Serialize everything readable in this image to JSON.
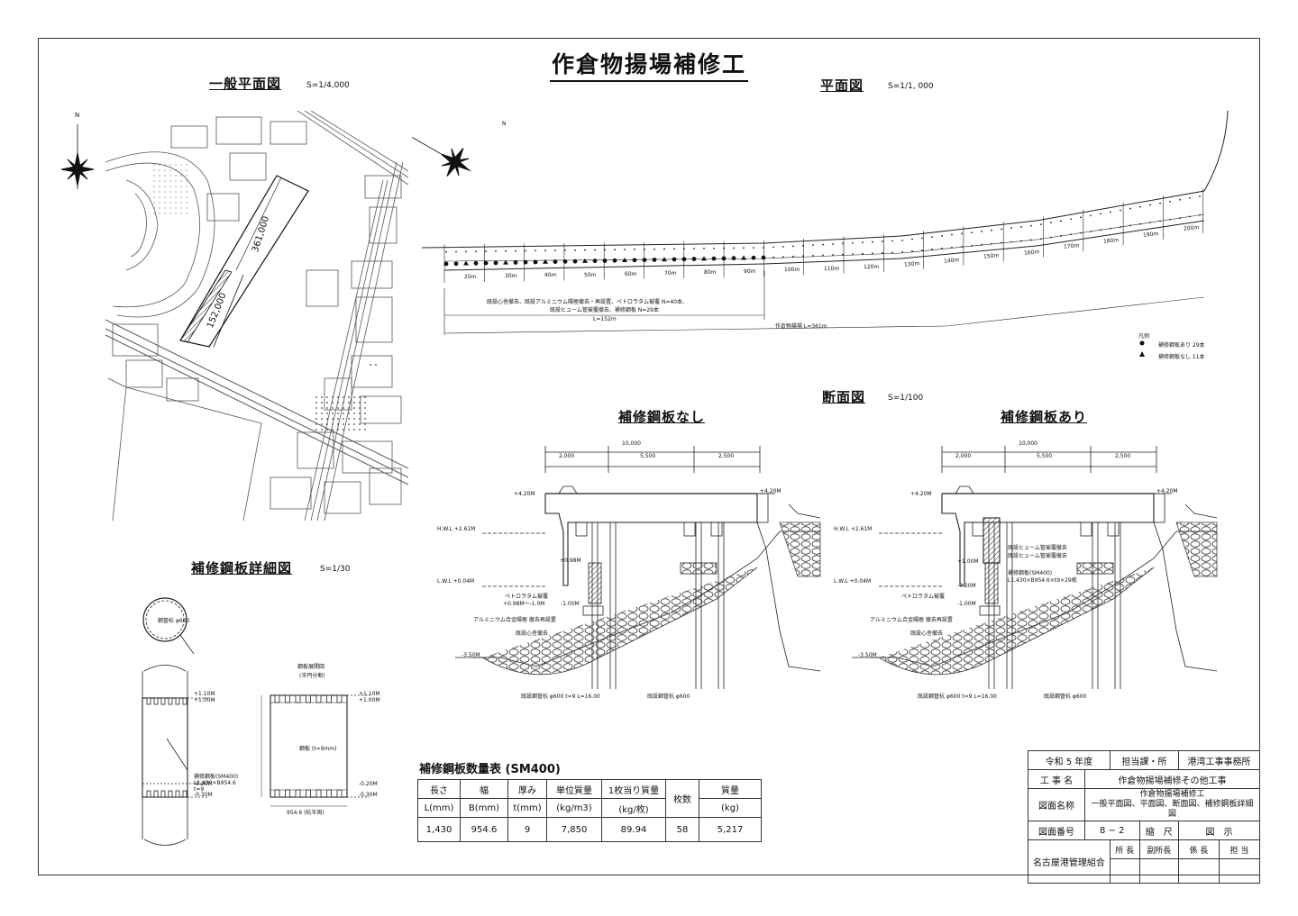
{
  "title": "作倉物揚場補修工",
  "general_plan": {
    "label": "一般平面図",
    "scale": "S=1/4,000",
    "dim_long": "361,000",
    "dim_short": "152,000",
    "north": "N"
  },
  "plan": {
    "label": "平面図",
    "scale": "S=1/1, 000",
    "north": "N",
    "stations": [
      "20m",
      "30m",
      "40m",
      "50m",
      "60m",
      "70m",
      "80m",
      "90m",
      "100m",
      "110m",
      "120m",
      "130m",
      "140m",
      "150m",
      "160m",
      "170m",
      "180m",
      "190m",
      "200m"
    ],
    "note1": "既設心舎撤去、既設アルミニウム陽極撤去・再設置、ペトロラタム被覆 N=40本、",
    "note2": "既設ヒューム管被覆撤去、補修鋼板 N=29本",
    "len1": "L=152m",
    "len2": "作倉物揚場 L=361m",
    "legend_title": "凡例",
    "legend_a": "補修鋼板あり 29本",
    "legend_b": "補修鋼板なし 11本"
  },
  "section": {
    "label": "断面図",
    "scale": "S=1/100",
    "left_title": "補修鋼板なし",
    "right_title": "補修鋼板あり",
    "dim_total": "10,000",
    "dims": [
      "2,000",
      "5,500",
      "2,500"
    ],
    "lv_top": "+4.20M",
    "hwl": "H.W.L +2.61M",
    "lwl": "L.W.L +0.04M",
    "bottom": "-3.50M",
    "left_notes": [
      "+0.98M",
      "ペトロラタム被覆",
      "+0.98M〜-1.0M",
      "-1.00M",
      "アルミニウム合金陽極 撤去再設置",
      "既設心舎撤去"
    ],
    "right_notes": [
      "既設ヒューム管被覆撤去",
      "既設ヒューム管被覆撤去",
      "+1.00M",
      "補修鋼板(SM400)",
      "L1,430×B954.6×t9×29枚",
      "-0.20M",
      "ペトロラタム被覆",
      "-1.00M",
      "アルミニウム合金陽極 撤去再設置",
      "既設心舎撤去"
    ],
    "pile_left": "既設鋼管杭 φ600 t=9 L=16.00",
    "pile_right": "既設鋼管杭 φ600",
    "pile_left_b": "既設鋼管杭 φ600 t=9 L=16.00",
    "pile_right_b": "既設鋼管杭 φ600"
  },
  "detail": {
    "label": "補修鋼板詳細図",
    "scale": "S=1/30",
    "pipe_label": "鋼管杭 φ600",
    "unfold_title": "鋼板展開図",
    "unfold_sub": "(半円分割)",
    "plate_label": "鋼板 (t=9mm)",
    "levels": [
      "+1.10M",
      "+1.00M",
      "-0.20M",
      "-0.30M"
    ],
    "note": "補修鋼板(SM400) L1,430×B954.6 t=9",
    "bottom_dim": "954.6 (杭半周)"
  },
  "quantity": {
    "title": "補修鋼板数量表 (SM400)",
    "headers": [
      "長さ",
      "幅",
      "厚み",
      "単位質量",
      "1枚当り質量",
      "枚数",
      "質量"
    ],
    "units": [
      "L(mm)",
      "B(mm)",
      "t(mm)",
      "(kg/m3)",
      "(kg/枚)",
      "",
      "(kg)"
    ],
    "row": [
      "1,430",
      "954.6",
      "9",
      "7,850",
      "89.94",
      "58",
      "5,217"
    ]
  },
  "titleblock": {
    "year": "令和 5 年度",
    "dept_label": "担当課・所",
    "dept": "港湾工事事務所",
    "work_label": "工 事 名",
    "work": "作倉物揚場補修その他工事",
    "drawing_label": "図面名称",
    "drawing1": "作倉物揚場補修工",
    "drawing2": "一般平面図、平面図、断面図、補修鋼板詳細図",
    "num_label": "図面番号",
    "num": "8 − 2",
    "scale_label": "縮　尺",
    "scale_val": "図　示",
    "org": "名古屋港管理組合",
    "roles": [
      "所 長",
      "副所長",
      "係 長",
      "担 当"
    ]
  }
}
